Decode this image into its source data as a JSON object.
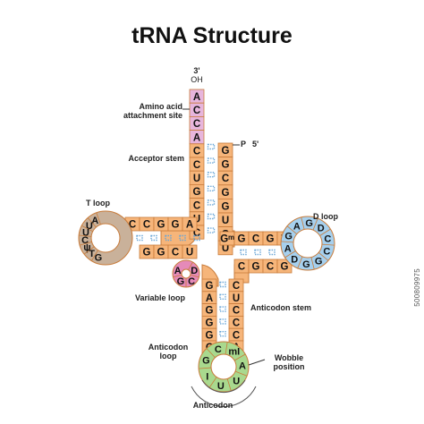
{
  "title": "tRNA Structure",
  "labels": {
    "three_prime": "3'",
    "oh": "OH",
    "amino_acid_site": "Amino acid attachment site",
    "acceptor_stem": "Acceptor stem",
    "p": "P",
    "five_prime": "5'",
    "t_loop": "T loop",
    "d_loop": "D loop",
    "variable_loop": "Variable loop",
    "anticodon_stem": "Anticodon stem",
    "anticodon_loop": "Anticodon loop",
    "wobble_position": "Wobble position",
    "anticodon": "Anticodon"
  },
  "stock_id": "500809975",
  "colors": {
    "stem": "#f6b57a",
    "stem_stroke": "#c87b3a",
    "acceptor_end": "#e7b5dc",
    "t_loop": "#c9b19a",
    "d_loop": "#a6d0ee",
    "variable_loop": "#e58ab8",
    "anticodon_loop": "#a9d98e",
    "anticodon_highlight": "#dff3d3",
    "pair": "#6aa6d6"
  },
  "strands": {
    "acceptor_3prime": [
      "A",
      "C",
      "C",
      "A",
      "C",
      "C",
      "U",
      "G",
      "C",
      "U",
      "C"
    ],
    "acceptor_5prime": [
      "G",
      "G",
      "C",
      "G",
      "G",
      "U",
      "G",
      "U"
    ],
    "t_stem_top": [
      "C",
      "C",
      "G",
      "G",
      "A"
    ],
    "t_stem_bottom": [
      "G",
      "G",
      "C",
      "U"
    ],
    "t_loop": [
      "A",
      "U",
      "U",
      "C",
      "ψ",
      "T",
      "G"
    ],
    "d_stem_top": [
      "Gᵐ",
      "G",
      "C",
      "G",
      "U"
    ],
    "d_stem_bottom": [
      "C",
      "G",
      "C",
      "G"
    ],
    "d_loop": [
      "A",
      "G",
      "D",
      "C",
      "C",
      "G",
      "G",
      "D",
      "A",
      "G"
    ],
    "variable_loop": [
      "D",
      "C",
      "G",
      "A"
    ],
    "anticodon_stem_left": [
      "G",
      "A",
      "G",
      "G",
      "G",
      "C",
      "ψ"
    ],
    "anticodon_stem_right": [
      "C",
      "U",
      "C",
      "C",
      "C",
      "A",
      "G"
    ],
    "anticodon_loop": [
      "A",
      "U",
      "U",
      "I",
      "G",
      "C",
      "mI"
    ]
  }
}
